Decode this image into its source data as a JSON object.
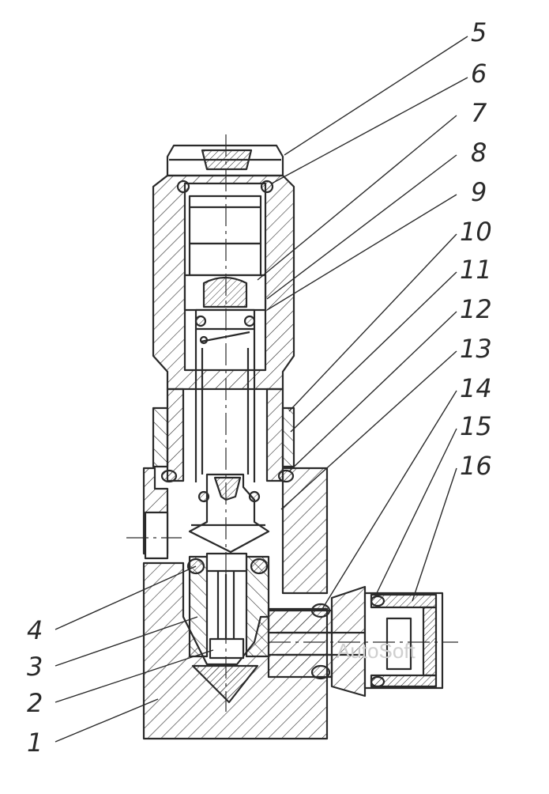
{
  "callouts": [
    "5",
    "6",
    "7",
    "8",
    "9",
    "10",
    "11",
    "12",
    "13",
    "14",
    "15",
    "16",
    "4",
    "3",
    "2",
    "1"
  ],
  "watermark": "AutoSoft",
  "colors": {
    "ink": "#2a2a2a",
    "paper": "#ffffff",
    "watermark": "#cfcfcf"
  }
}
